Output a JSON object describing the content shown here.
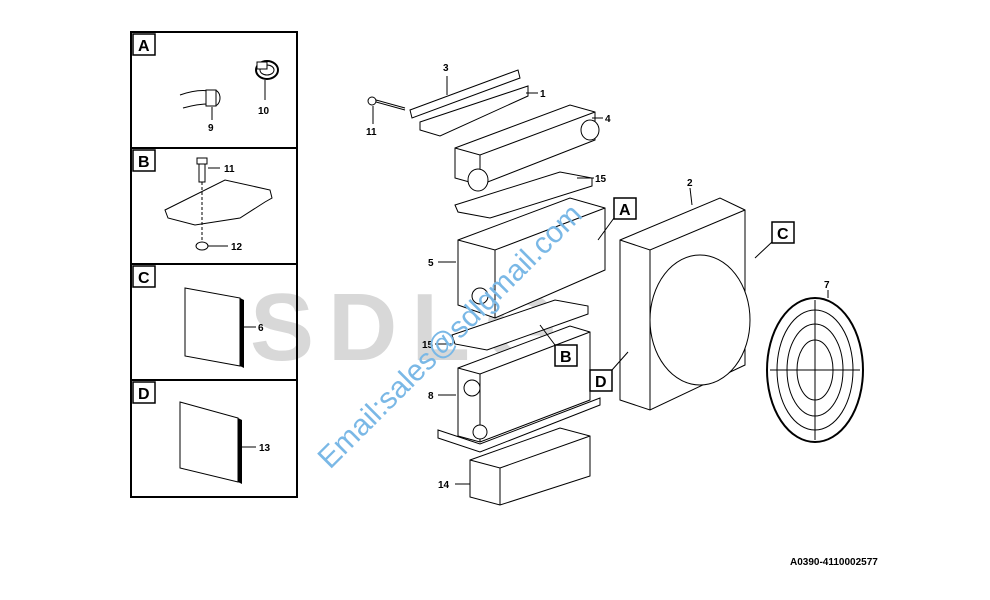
{
  "watermark": {
    "text": "SDLG",
    "email": "Email:sales@sdlgmail.com"
  },
  "reference_code": "A0390-4110002577",
  "detail_panels": [
    {
      "letter": "A",
      "labels": [
        "9",
        "10"
      ]
    },
    {
      "letter": "B",
      "labels": [
        "11",
        "12"
      ]
    },
    {
      "letter": "C",
      "labels": [
        "6"
      ]
    },
    {
      "letter": "D",
      "labels": [
        "13"
      ]
    }
  ],
  "callouts": {
    "A": "A",
    "B": "B",
    "C": "C",
    "D": "D"
  },
  "part_labels": {
    "p1": "1",
    "p2": "2",
    "p3": "3",
    "p4": "4",
    "p5": "5",
    "p7": "7",
    "p8": "8",
    "p11": "11",
    "p14": "14",
    "p15a": "15",
    "p15b": "15"
  }
}
